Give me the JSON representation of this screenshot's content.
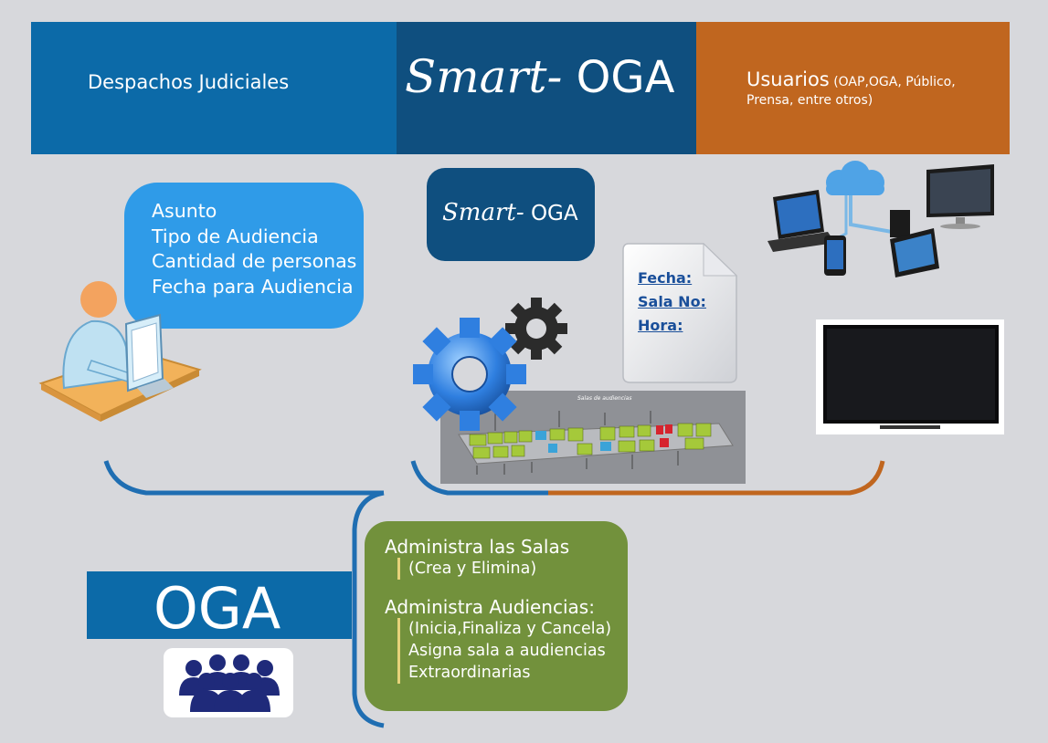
{
  "header": {
    "left_label": "Despachos Judiciales",
    "brand_smart": "Smart-",
    "brand_oga": " OGA",
    "users_label": "Usuarios",
    "users_detail": " (OAP,OGA, Público, Prensa, entre otros)"
  },
  "request_bubble": {
    "items": [
      "Asunto",
      "Tipo de Audiencia",
      "Cantidad de personas",
      "Fecha para Audiencia"
    ]
  },
  "center_box": {
    "brand_smart": "Smart-",
    "brand_oga": " OGA"
  },
  "document": {
    "lines": [
      "Fecha:",
      "Sala No:",
      "Hora:"
    ]
  },
  "floorplan": {
    "title": "Salas de audiencias"
  },
  "oga": {
    "title": "OGA"
  },
  "admin": {
    "rooms_title": "Administra las Salas",
    "rooms_detail": "(Crea y Elimina)",
    "hearings_title": "Administra Audiencias:",
    "hearings_detail": [
      "(Inicia,Finaliza y Cancela)",
      "Asigna sala a audiencias",
      "Extraordinarias"
    ]
  },
  "colors": {
    "blue": "#0c6aa8",
    "dark_blue": "#0f4f7f",
    "orange": "#c0661f",
    "light_blue": "#2f9be8",
    "green": "#72913c"
  }
}
